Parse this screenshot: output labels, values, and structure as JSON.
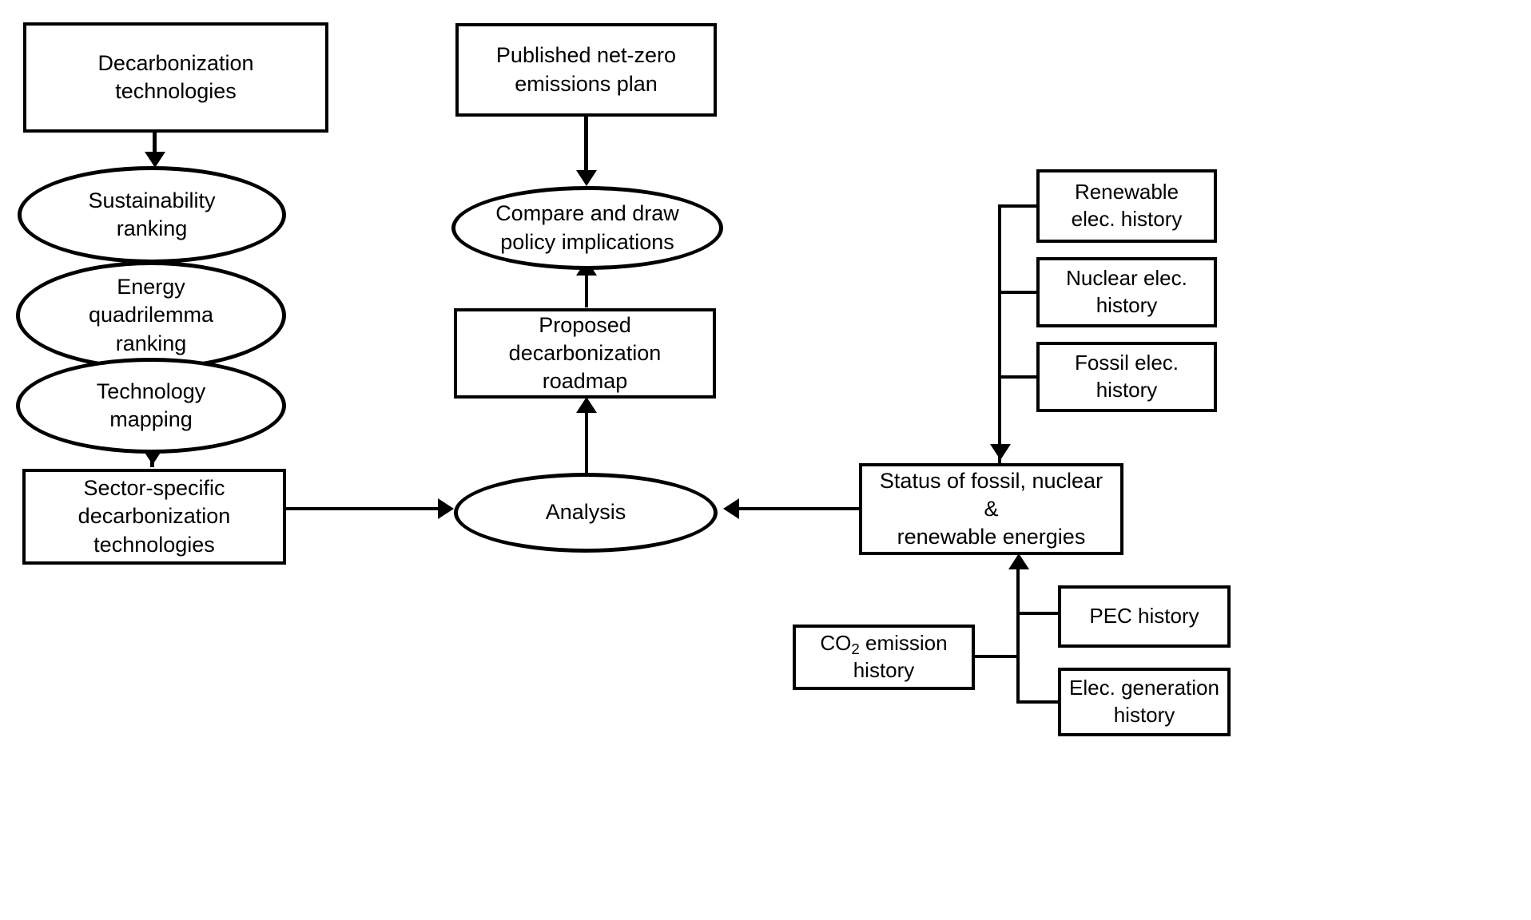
{
  "diagram": {
    "title": "Decarbonization research methodology flowchart",
    "stroke_color": "#000000",
    "fill_color": "#ffffff",
    "background": "#ffffff"
  },
  "nodes": {
    "decarbonization_technologies": {
      "label": "Decarbonization\ntechnologies",
      "shape": "rectangle"
    },
    "sustainability_ranking": {
      "label": "Sustainability\nranking",
      "shape": "ellipse"
    },
    "energy_quadrilemma_ranking": {
      "label": "Energy\nquadrilemma\nranking",
      "shape": "ellipse"
    },
    "technology_mapping": {
      "label": "Technology\nmapping",
      "shape": "ellipse"
    },
    "sector_specific_technologies": {
      "label": "Sector-specific\ndecarbonization\ntechnologies",
      "shape": "rectangle"
    },
    "published_net_zero_plan": {
      "label": "Published net-zero\nemissions plan",
      "shape": "rectangle"
    },
    "compare_policy_implications": {
      "label": "Compare and draw\npolicy implications",
      "shape": "ellipse"
    },
    "proposed_roadmap": {
      "label": "Proposed decarbonization\nroadmap",
      "shape": "rectangle"
    },
    "analysis": {
      "label": "Analysis",
      "shape": "ellipse"
    },
    "renewable_elec_history": {
      "label": "Renewable\nelec. history",
      "shape": "rectangle"
    },
    "nuclear_elec_history": {
      "label": "Nuclear elec.\nhistory",
      "shape": "rectangle"
    },
    "fossil_elec_history": {
      "label": "Fossil elec.\nhistory",
      "shape": "rectangle"
    },
    "status_energies": {
      "label": "Status of fossil, nuclear &\nrenewable energies",
      "shape": "rectangle"
    },
    "co2_emission_history": {
      "label_html": "CO<sub>2</sub> emission\nhistory",
      "label": "CO2 emission\nhistory",
      "shape": "rectangle"
    },
    "pec_history": {
      "label": "PEC history",
      "shape": "rectangle"
    },
    "elec_generation_history": {
      "label": "Elec. generation\nhistory",
      "shape": "rectangle"
    }
  },
  "edges": [
    {
      "from": "decarbonization_technologies",
      "to": "sustainability_ranking",
      "style": "arrow-down"
    },
    {
      "from": "sustainability_ranking",
      "to": "energy_quadrilemma_ranking",
      "style": "arrow-down"
    },
    {
      "from": "energy_quadrilemma_ranking",
      "to": "technology_mapping",
      "style": "arrow-down"
    },
    {
      "from": "technology_mapping",
      "to": "sector_specific_technologies",
      "style": "arrow-down"
    },
    {
      "from": "sector_specific_technologies",
      "to": "analysis",
      "style": "arrow-right"
    },
    {
      "from": "analysis",
      "to": "proposed_roadmap",
      "style": "arrow-up"
    },
    {
      "from": "proposed_roadmap",
      "to": "compare_policy_implications",
      "style": "arrow-up"
    },
    {
      "from": "published_net_zero_plan",
      "to": "compare_policy_implications",
      "style": "arrow-down"
    },
    {
      "from": "status_energies",
      "to": "analysis",
      "style": "arrow-left"
    },
    {
      "from": "renewable_elec_history",
      "to": "status_energies",
      "style": "bracket-arrow-down"
    },
    {
      "from": "nuclear_elec_history",
      "to": "status_energies",
      "style": "bracket-arrow-down"
    },
    {
      "from": "fossil_elec_history",
      "to": "status_energies",
      "style": "bracket-arrow-down"
    },
    {
      "from": "co2_emission_history",
      "to": "status_energies",
      "style": "bracket-arrow-up"
    },
    {
      "from": "pec_history",
      "to": "status_energies",
      "style": "bracket-arrow-up"
    },
    {
      "from": "elec_generation_history",
      "to": "status_energies",
      "style": "bracket-arrow-up"
    }
  ]
}
